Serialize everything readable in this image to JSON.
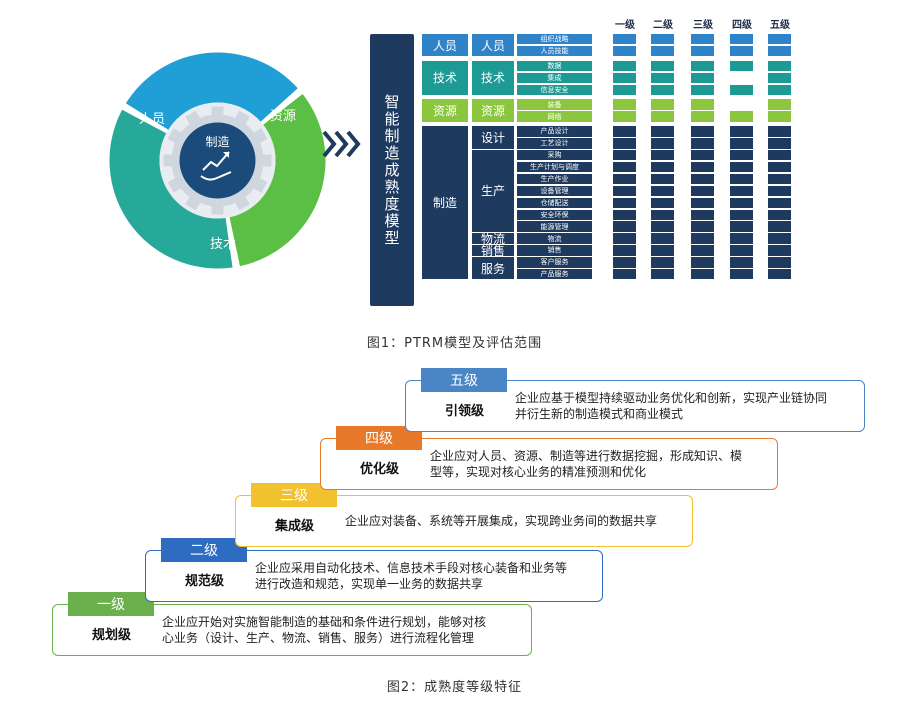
{
  "wheel": {
    "center_label": "制造",
    "segments": [
      {
        "label": "人员",
        "color": "#1f9fd6"
      },
      {
        "label": "资源",
        "color": "#5bbf45"
      },
      {
        "label": "技术",
        "color": "#27a99a"
      }
    ],
    "center_color": "#1b4b7a"
  },
  "model_title": "智能制造成熟度模型",
  "levels": [
    "一级",
    "二级",
    "三级",
    "四级",
    "五级"
  ],
  "categories": [
    {
      "name": "人员",
      "color": "#2f83c8",
      "groups": [
        {
          "name": "人员",
          "items": [
            "组织战略",
            "人员技能"
          ]
        }
      ]
    },
    {
      "name": "技术",
      "color": "#1d9a94",
      "groups": [
        {
          "name": "技术",
          "items": [
            "数据",
            "集成",
            "信息安全"
          ]
        }
      ]
    },
    {
      "name": "资源",
      "color": "#8cc63f",
      "groups": [
        {
          "name": "资源",
          "items": [
            "装备",
            "网络"
          ]
        }
      ]
    },
    {
      "name": "制造",
      "color": "#1e3a5f",
      "groups": [
        {
          "name": "设计",
          "items": [
            "产品设计",
            "工艺设计"
          ]
        },
        {
          "name": "生产",
          "items": [
            "采购",
            "生产计划与调度",
            "生产作业",
            "设备管理",
            "仓储配送",
            "安全环保",
            "能源管理"
          ]
        },
        {
          "name": "物流",
          "items": [
            "物流"
          ]
        },
        {
          "name": "销售",
          "items": [
            "销售"
          ]
        },
        {
          "name": "服务",
          "items": [
            "客户服务",
            "产品服务"
          ]
        }
      ]
    }
  ],
  "figure1_caption": "图1：PTRM模型及评估范围",
  "steps": [
    {
      "level": "一级",
      "name": "规划级",
      "color": "#6ab04c",
      "desc_lines": [
        "企业应开始对实施智能制造的基础和条件进行规划，能够对核",
        "心业务（设计、生产、物流、销售、服务）进行流程化管理"
      ]
    },
    {
      "level": "二级",
      "name": "规范级",
      "color": "#2d6cc0",
      "desc_lines": [
        "企业应采用自动化技术、信息技术手段对核心装备和业务等",
        "进行改造和规范，实现单一业务的数据共享"
      ]
    },
    {
      "level": "三级",
      "name": "集成级",
      "color": "#f2c12e",
      "desc_lines": [
        "企业应对装备、系统等开展集成，实现跨业务间的数据共享"
      ]
    },
    {
      "level": "四级",
      "name": "优化级",
      "color": "#e8792b",
      "desc_lines": [
        "企业应对人员、资源、制造等进行数据挖掘，形成知识、模",
        "型等，实现对核心业务的精准预测和优化"
      ]
    },
    {
      "level": "五级",
      "name": "引领级",
      "color": "#4a86c5",
      "desc_lines": [
        "企业应基于模型持续驱动业务优化和创新，实现产业链协同",
        "并衍生新的制造模式和商业模式"
      ]
    }
  ],
  "figure2_caption": "图2：成熟度等级特征"
}
